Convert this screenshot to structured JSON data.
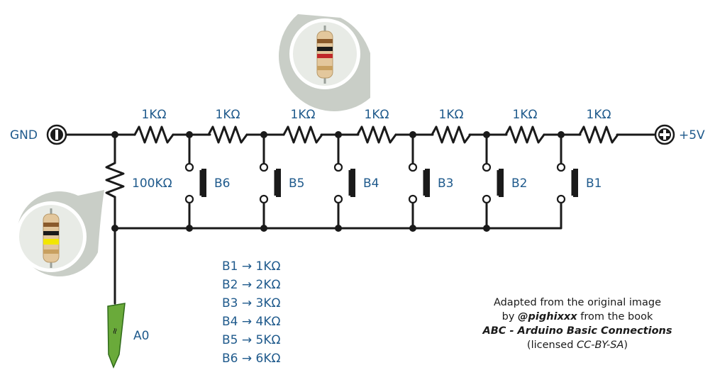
{
  "terminals": {
    "gnd_label": "GND",
    "vcc_label": "+5V",
    "analog_label": "A0"
  },
  "resistors": {
    "chain": [
      {
        "label": "1KΩ"
      },
      {
        "label": "1KΩ"
      },
      {
        "label": "1KΩ"
      },
      {
        "label": "1KΩ"
      },
      {
        "label": "1KΩ"
      },
      {
        "label": "1KΩ"
      },
      {
        "label": "1KΩ"
      }
    ],
    "pulldown_label": "100KΩ"
  },
  "buttons": [
    {
      "label": "B6"
    },
    {
      "label": "B5"
    },
    {
      "label": "B4"
    },
    {
      "label": "B3"
    },
    {
      "label": "B2"
    },
    {
      "label": "B1"
    }
  ],
  "mapping": [
    {
      "text": "B1 → 1KΩ"
    },
    {
      "text": "B2 → 2KΩ"
    },
    {
      "text": "B3 → 3KΩ"
    },
    {
      "text": "B4 → 4KΩ"
    },
    {
      "text": "B5 → 5KΩ"
    },
    {
      "text": "B6 → 6KΩ"
    }
  ],
  "credit": {
    "line1": "Adapted from the original image",
    "line2_prefix": "by ",
    "line2_handle": "@pighixxx",
    "line2_suffix": " from the book",
    "line3": "ABC - Arduino Basic Connections",
    "line4_prefix": "(licensed ",
    "line4_license": "CC-BY-SA",
    "line4_suffix": ")"
  },
  "colors": {
    "label_blue": "#1f5a8c",
    "wire": "#1a1a1a",
    "callout_gray": "#c9cec7",
    "probe_green": "#6aaa3a"
  },
  "callouts": [
    {
      "name": "1k-resistor-callout",
      "bands": [
        "#8a5a2b",
        "#1a1a1a",
        "#c0282a",
        "#c8a060"
      ]
    },
    {
      "name": "100k-resistor-callout",
      "bands": [
        "#8a5a2b",
        "#1a1a1a",
        "#f2e600",
        "#c8a060"
      ]
    }
  ]
}
